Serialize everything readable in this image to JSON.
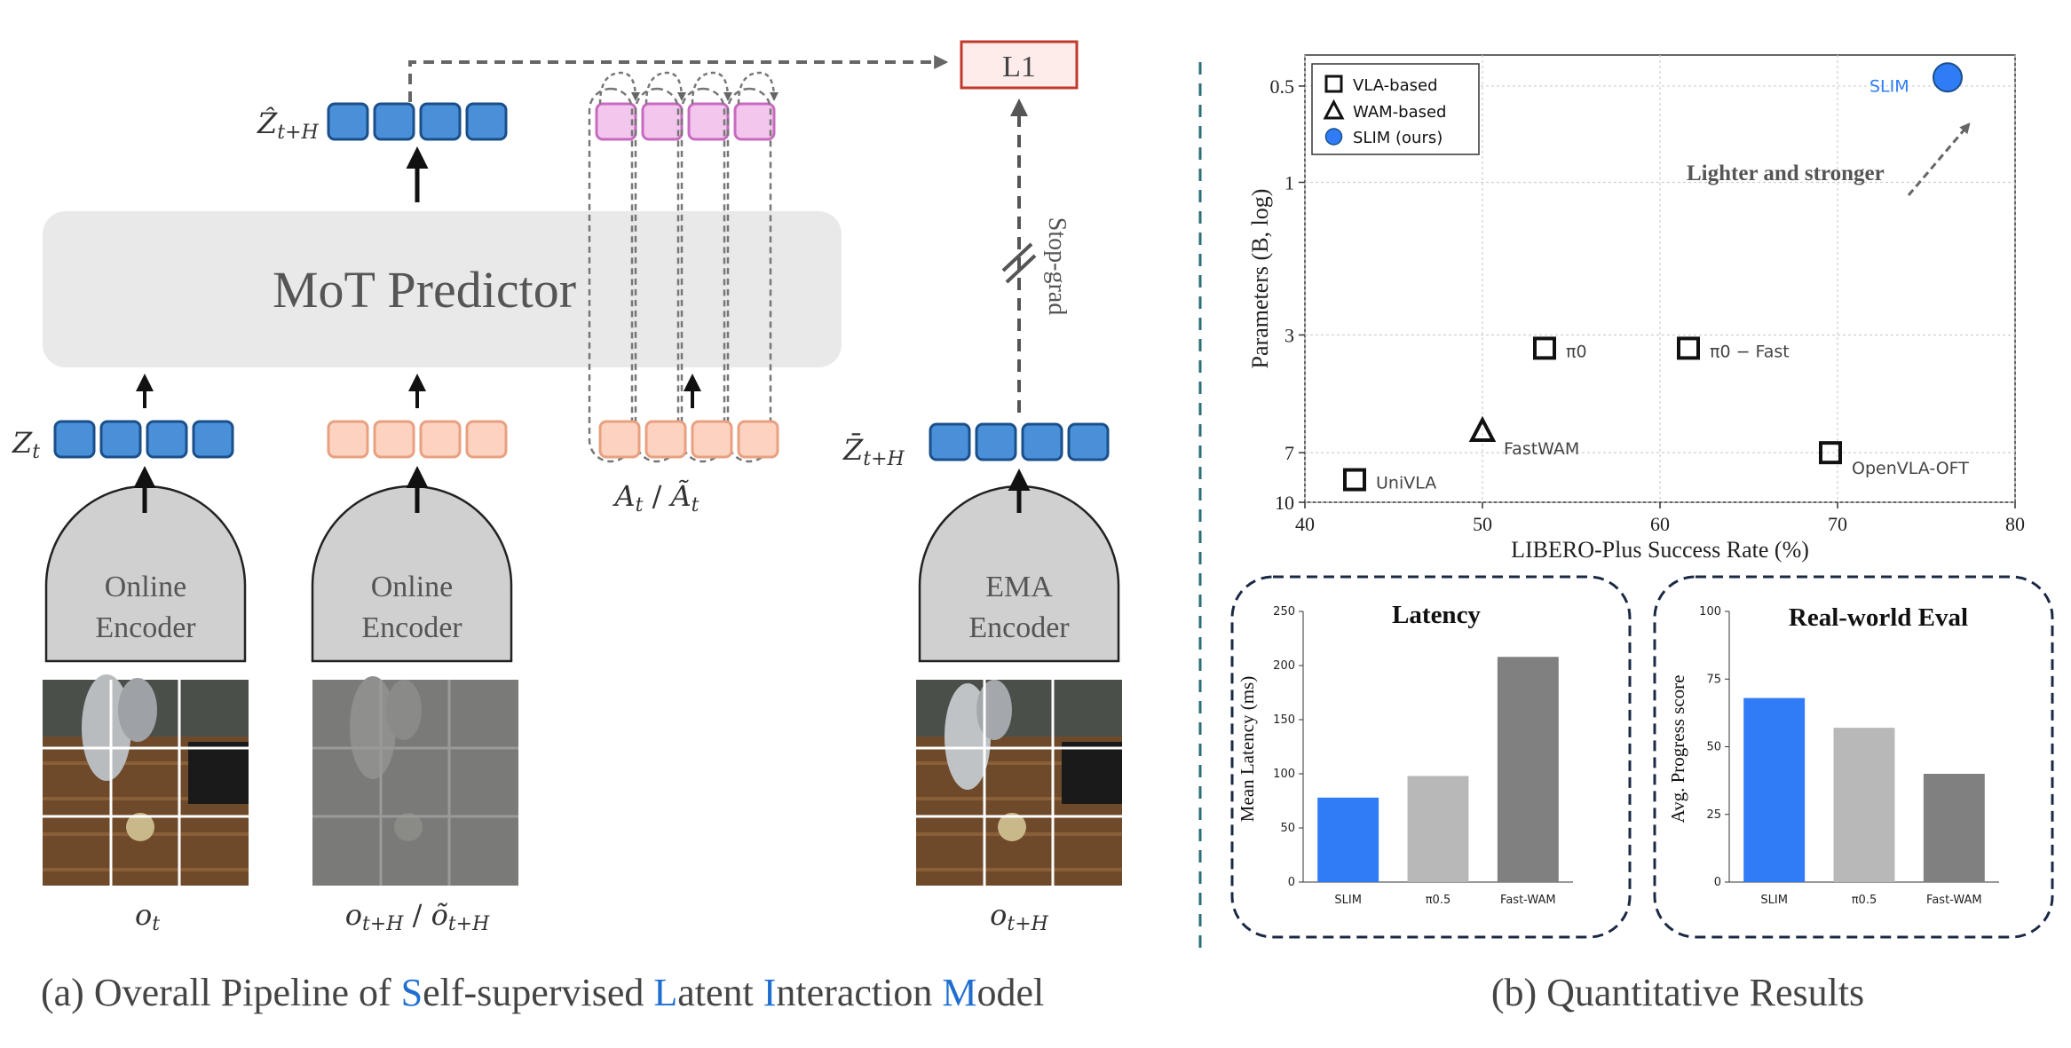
{
  "colors": {
    "latent_blue": "#4a90d9",
    "latent_blue_border": "#1a4f8a",
    "action_peach": "#fbd3c0",
    "action_peach_border": "#e8a080",
    "pink": "#f3c6ee",
    "pink_border": "#c86bc0",
    "predictor_bg": "#e9e9e9",
    "encoder_bg": "#d0d0d0",
    "l1_border": "#c0392b",
    "l1_bg": "#fdecea",
    "slim_blue": "#2f7cf6",
    "pi_gray": "#b8b8b8",
    "fastwam_gray": "#808080",
    "divider": "#2b6f77",
    "highlight": "#1f6fd1"
  },
  "left_panel": {
    "predictor_label": "MoT Predictor",
    "l1_label": "L1",
    "stop_grad_label": "Stop-grad",
    "encoders": [
      {
        "label_line1": "Online",
        "label_line2": "Encoder"
      },
      {
        "label_line1": "Online",
        "label_line2": "Encoder"
      },
      {
        "label_line1": "EMA",
        "label_line2": "Encoder"
      }
    ],
    "input_labels": {
      "z_hat": "Ẑ",
      "z_hat_sub": "t+H",
      "z_t": "Z",
      "z_t_sub": "t",
      "z_bar": "Z̄",
      "z_bar_sub": "t+H",
      "action": "A",
      "action_sub": "t",
      "action_sep": " / ",
      "action_tilde": "Ã",
      "action_tilde_sub": "t",
      "o_t": "o",
      "o_t_sub": "t",
      "o_mid": "o",
      "o_mid_sub": "t+H",
      "o_mid_sep": " / ",
      "o_mid_tilde": "õ",
      "o_mid_tilde_sub": "t+H",
      "o_right": "o",
      "o_right_sub": "t+H"
    },
    "caption": {
      "prefix": "(a) Overall Pipeline of ",
      "s1": "S",
      "t1": "elf-supervised ",
      "s2": "L",
      "t2": "atent ",
      "s3": "I",
      "t3": "nteraction ",
      "s4": "M",
      "t4": "odel"
    }
  },
  "right_panel": {
    "caption": "(b) Quantitative Results",
    "scatter": {
      "chart_data": {
        "type": "scatter",
        "xlabel": "LIBERO-Plus Success Rate (%)",
        "ylabel": "Parameters (B, log)",
        "xlim": [
          40,
          80
        ],
        "ylim": [
          10,
          0.4
        ],
        "y_scale": "log",
        "x_ticks": [
          "40",
          "50",
          "60",
          "70",
          "80"
        ],
        "y_ticks": [
          "0.5",
          "1",
          "3",
          "7",
          "10"
        ],
        "grid": true,
        "legend_position": "top-left",
        "legend": [
          {
            "marker": "square",
            "label": "VLA-based"
          },
          {
            "marker": "triangle",
            "label": "WAM-based"
          },
          {
            "marker": "circle",
            "label": "SLIM (ours)"
          }
        ],
        "points": [
          {
            "label": "UniVLA",
            "x": 42.8,
            "y": 8.5,
            "marker": "square"
          },
          {
            "label": "π0",
            "x": 53.5,
            "y": 3.3,
            "marker": "square"
          },
          {
            "label": "π0 − Fast",
            "x": 61.6,
            "y": 3.3,
            "marker": "square"
          },
          {
            "label": "FastWAM",
            "x": 50.0,
            "y": 6.0,
            "marker": "triangle"
          },
          {
            "label": "OpenVLA-OFT",
            "x": 69.6,
            "y": 7.0,
            "marker": "square"
          },
          {
            "label": "SLIM",
            "x": 76.2,
            "y": 0.47,
            "marker": "circle"
          }
        ],
        "annotation": "Lighter and stronger"
      }
    },
    "latency": {
      "chart_data": {
        "type": "bar",
        "title": "Latency",
        "ylabel": "Mean Latency (ms)",
        "ylim": [
          0,
          250
        ],
        "y_ticks": [
          "0",
          "50",
          "100",
          "150",
          "200",
          "250"
        ],
        "categories": [
          "SLIM",
          "π0.5",
          "Fast-WAM"
        ],
        "values": [
          78,
          98,
          208
        ]
      }
    },
    "realworld": {
      "chart_data": {
        "type": "bar",
        "title": "Real-world Eval",
        "ylabel": "Avg. Progress score",
        "ylim": [
          0,
          100
        ],
        "y_ticks": [
          "0",
          "25",
          "50",
          "75",
          "100"
        ],
        "categories": [
          "SLIM",
          "π0.5",
          "Fast-WAM"
        ],
        "values": [
          68,
          57,
          40
        ]
      }
    }
  }
}
